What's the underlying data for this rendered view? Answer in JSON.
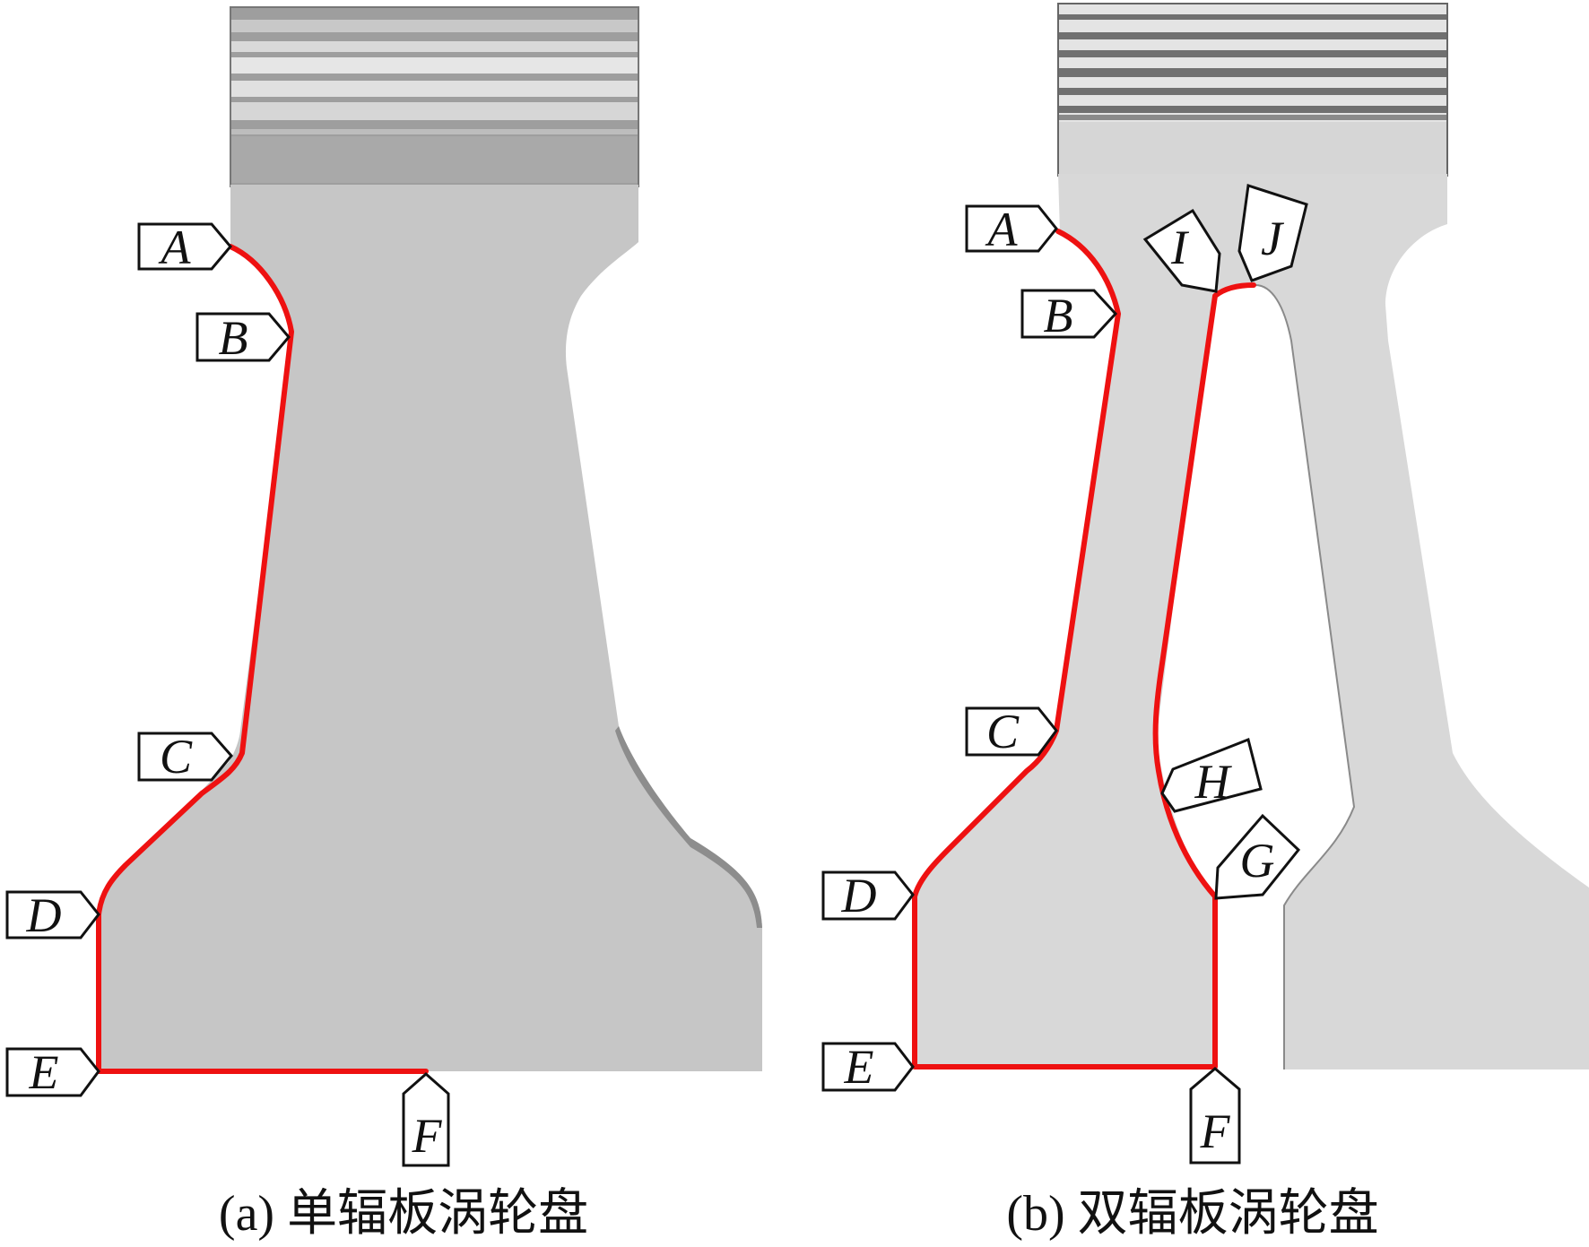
{
  "panels": [
    {
      "id": "a",
      "caption": "(a) 单辐板涡轮盘",
      "labels": [
        "A",
        "B",
        "C",
        "D",
        "E",
        "F"
      ]
    },
    {
      "id": "b",
      "caption": "(b) 双辐板涡轮盘",
      "labels": [
        "A",
        "B",
        "C",
        "D",
        "E",
        "F",
        "G",
        "H",
        "I",
        "J"
      ]
    }
  ],
  "colors": {
    "boundary": "#ee1111",
    "disk_a": "#c6c6c6",
    "disk_b": "#d8d8d8",
    "outline": "#111111"
  }
}
